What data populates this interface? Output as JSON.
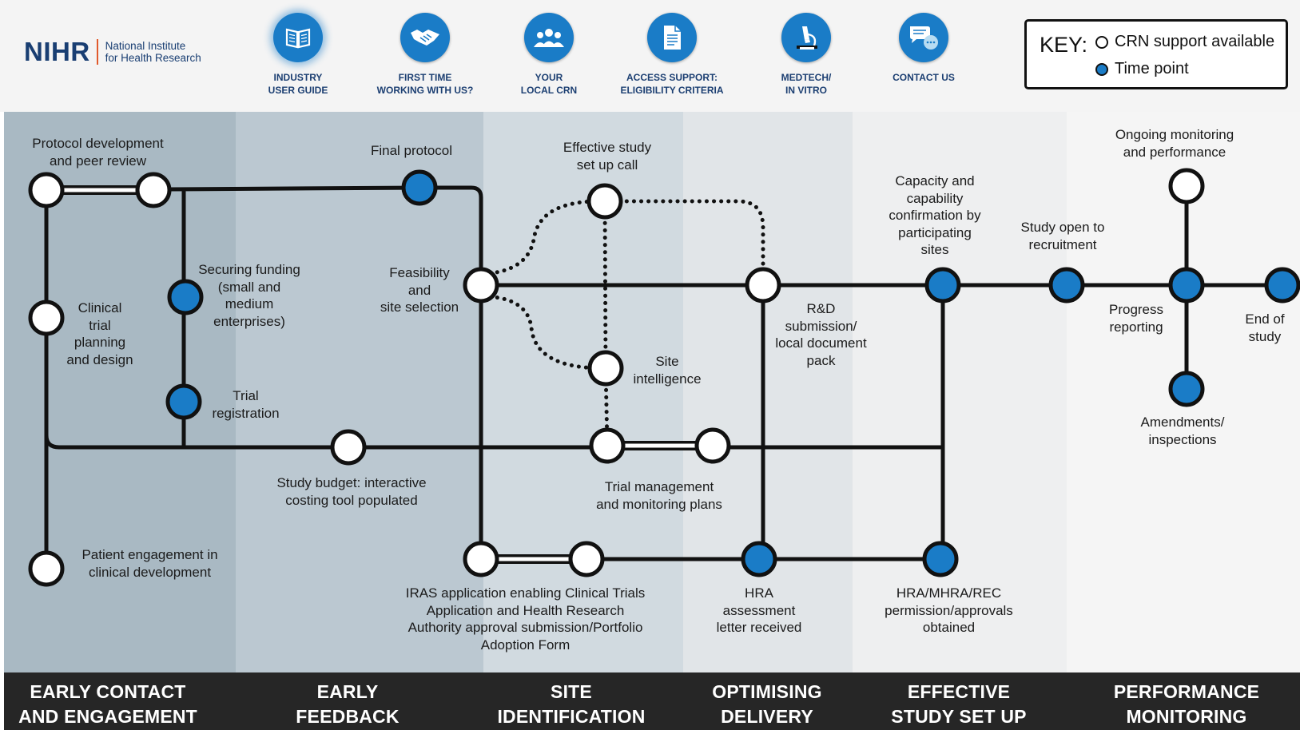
{
  "logo": {
    "brand": "NIHR",
    "subtitle_line1": "National Institute",
    "subtitle_line2": "for Health Research"
  },
  "nav": [
    {
      "line1": "INDUSTRY",
      "line2": "USER GUIDE",
      "icon": "book-icon",
      "active": true
    },
    {
      "line1": "FIRST TIME",
      "line2": "WORKING WITH US?",
      "icon": "handshake-icon"
    },
    {
      "line1": "YOUR",
      "line2": "LOCAL CRN",
      "icon": "people-icon"
    },
    {
      "line1": "ACCESS SUPPORT:",
      "line2": "ELIGIBILITY CRITERIA",
      "icon": "document-icon"
    },
    {
      "line1": "MEDTECH/",
      "line2": "IN VITRO",
      "icon": "microscope-icon"
    },
    {
      "line1": "CONTACT US",
      "line2": "",
      "icon": "chat-bubbles-icon"
    }
  ],
  "key": {
    "title": "KEY:",
    "open_label": "CRN support available",
    "filled_label": "Time point"
  },
  "stages": [
    {
      "line1": "EARLY CONTACT",
      "line2": "AND ENGAGEMENT"
    },
    {
      "line1": "EARLY",
      "line2": "FEEDBACK"
    },
    {
      "line1": "SITE",
      "line2": "IDENTIFICATION"
    },
    {
      "line1": "OPTIMISING",
      "line2": "DELIVERY"
    },
    {
      "line1": "EFFECTIVE",
      "line2": "STUDY SET UP"
    },
    {
      "line1": "PERFORMANCE",
      "line2": "MONITORING"
    }
  ],
  "labels": {
    "protocol_dev": "Protocol development\nand peer review",
    "final_protocol": "Final protocol",
    "effective_call": "Effective study\nset up call",
    "capacity": "Capacity and\ncapability\nconfirmation by\nparticipating\nsites",
    "study_open": "Study open to\nrecruitment",
    "ongoing": "Ongoing monitoring\nand performance",
    "securing_funding": "Securing funding\n(small and\nmedium\nenterprises)",
    "feasibility": "Feasibility\nand\nsite selection",
    "clinical_trial": "Clinical\ntrial\nplanning\nand design",
    "rd_submission": "R&D\nsubmission/\nlocal document\npack",
    "progress": "Progress\nreporting",
    "end_study": "End of\nstudy",
    "site_intel": "Site\nintelligence",
    "trial_reg": "Trial\nregistration",
    "amendments": "Amendments/\ninspections",
    "study_budget": "Study budget: interactive\ncosting tool populated",
    "trial_mgmt": "Trial management\nand monitoring plans",
    "patient_engagement": "Patient engagement in\nclinical development",
    "iras": "IRAS application enabling Clinical Trials\nApplication and Health Research\nAuthority approval submission/Portfolio\nAdoption Form",
    "hra_letter": "HRA\nassessment\nletter received",
    "hra_mhra": "HRA/MHRA/REC\npermission/approvals\nobtained"
  },
  "colors": {
    "accent_blue": "#1a7cc7",
    "navy": "#1c3f72",
    "nihr_orange": "#e15a2c",
    "stage1_bg": "#a9b9c3",
    "stage2_bg": "#bbc8d1",
    "stage3_bg": "#d1dae0",
    "stage4_bg": "#e1e5e8",
    "stage5_bg": "#eeeff0",
    "stage6_bg": "#f5f5f5",
    "footer_bg": "#262626"
  }
}
